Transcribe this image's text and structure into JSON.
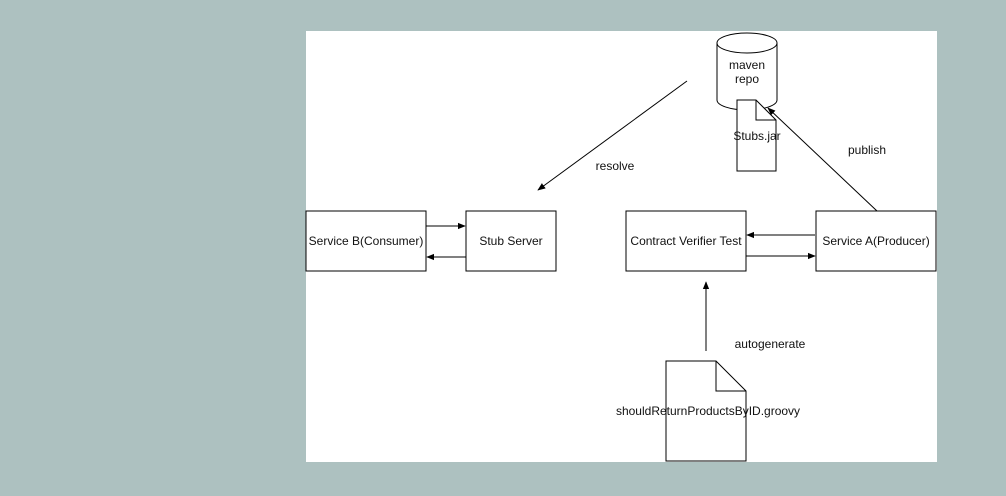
{
  "colors": {
    "page_background": "#adc1c0",
    "canvas_background": "#ffffff",
    "stroke": "#000000",
    "text": "#111111"
  },
  "nodes": {
    "maven_repo": {
      "line1": "maven",
      "line2": "repo",
      "shape": "cylinder"
    },
    "stubs_jar": {
      "label": "Stubs.jar",
      "shape": "document"
    },
    "service_b": {
      "label": "Service B(Consumer)",
      "shape": "rectangle"
    },
    "stub_server": {
      "label": "Stub Server",
      "shape": "rectangle"
    },
    "contract_verifier": {
      "label": "Contract Verifier Test",
      "shape": "rectangle"
    },
    "service_a": {
      "label": "Service A(Producer)",
      "shape": "rectangle"
    },
    "groovy_file": {
      "label": "shouldReturnProductsByID.groovy",
      "shape": "document"
    }
  },
  "edges": {
    "resolve": {
      "label": "resolve",
      "from": "maven_repo",
      "to": "stub_server"
    },
    "publish": {
      "label": "publish",
      "from": "service_a",
      "to": "maven_repo"
    },
    "autogenerate": {
      "label": "autogenerate",
      "from": "groovy_file",
      "to": "contract_verifier"
    },
    "b_to_stub": {
      "from": "service_b",
      "to": "stub_server"
    },
    "stub_to_b": {
      "from": "stub_server",
      "to": "service_b"
    },
    "a_to_verifier": {
      "from": "service_a",
      "to": "contract_verifier"
    },
    "verifier_to_a": {
      "from": "contract_verifier",
      "to": "service_a"
    }
  }
}
